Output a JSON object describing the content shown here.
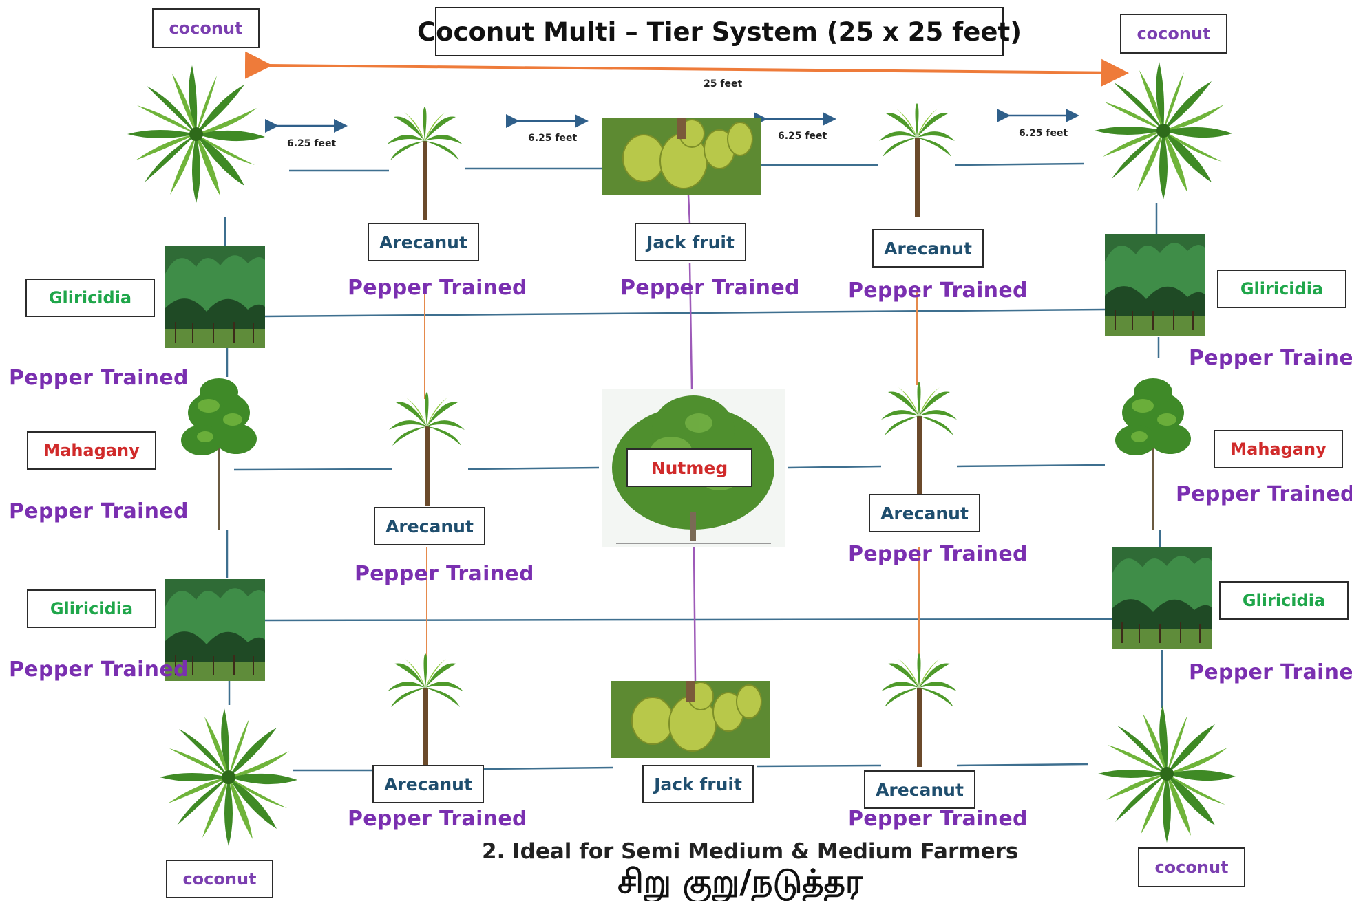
{
  "title": "Coconut Multi – Tier System (25 x 25 feet)",
  "dimensions": {
    "total": "25 feet",
    "spacing": "6.25 feet"
  },
  "labels": {
    "coconut": "coconut",
    "arecanut": "Arecanut",
    "jackfruit": "Jack fruit",
    "gliricidia": "Gliricidia",
    "mahagany": "Mahagany",
    "nutmeg": "Nutmeg",
    "pepper": "Pepper Trained"
  },
  "footer": {
    "line1": "2. Ideal for Semi Medium & Medium Farmers",
    "line2": "சிறு குறு/நடுத்தர"
  },
  "colors": {
    "grid_line": "#3e6f8f",
    "areca_line": "#e58a4c",
    "jack_line": "#9d5ab8",
    "dim_arrow_long": "#ee7b3a",
    "dim_arrow_short": "#2f5f8a",
    "pepper_text": "#7a2fb0"
  },
  "icons": [
    "coconut-palm-icon",
    "areca-palm-icon",
    "jackfruit-photo",
    "gliricidia-tree-icon",
    "mahagany-tree-icon",
    "nutmeg-tree-icon"
  ]
}
